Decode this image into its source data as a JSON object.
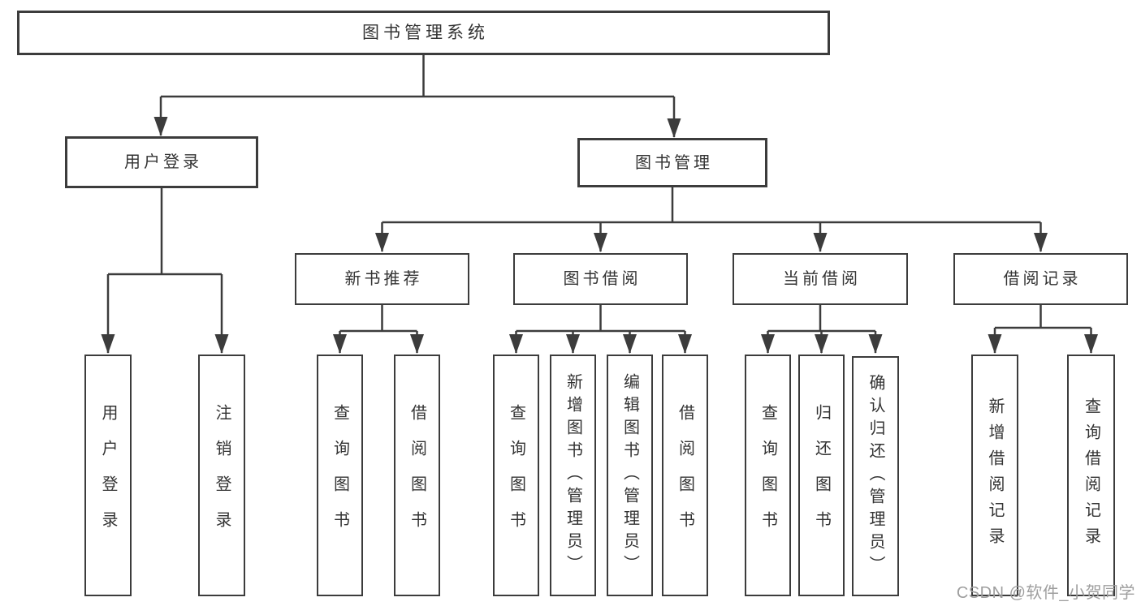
{
  "tree": {
    "root": {
      "label": "图书管理系统"
    },
    "branches": [
      {
        "label": "用户登录",
        "children": [
          {
            "label": "用户登录"
          },
          {
            "label": "注销登录"
          }
        ]
      },
      {
        "label": "图书管理",
        "sections": [
          {
            "label": "新书推荐",
            "children": [
              {
                "label": "查询图书"
              },
              {
                "label": "借阅图书"
              }
            ]
          },
          {
            "label": "图书借阅",
            "children": [
              {
                "label": "查询图书"
              },
              {
                "label": "新增图书（管理员）"
              },
              {
                "label": "编辑图书（管理员）"
              },
              {
                "label": "借阅图书"
              }
            ]
          },
          {
            "label": "当前借阅",
            "children": [
              {
                "label": "查询图书"
              },
              {
                "label": "归还图书"
              },
              {
                "label": "确认归还（管理员）"
              }
            ]
          },
          {
            "label": "借阅记录",
            "children": [
              {
                "label": "新增借阅记录"
              },
              {
                "label": "查询借阅记录"
              }
            ]
          }
        ]
      }
    ]
  },
  "watermark": "CSDN @软件_小贺同学",
  "colors": {
    "line": "#3c3c3c",
    "text": "#333333",
    "watermark": "#9e9e9e",
    "background": "#ffffff"
  }
}
